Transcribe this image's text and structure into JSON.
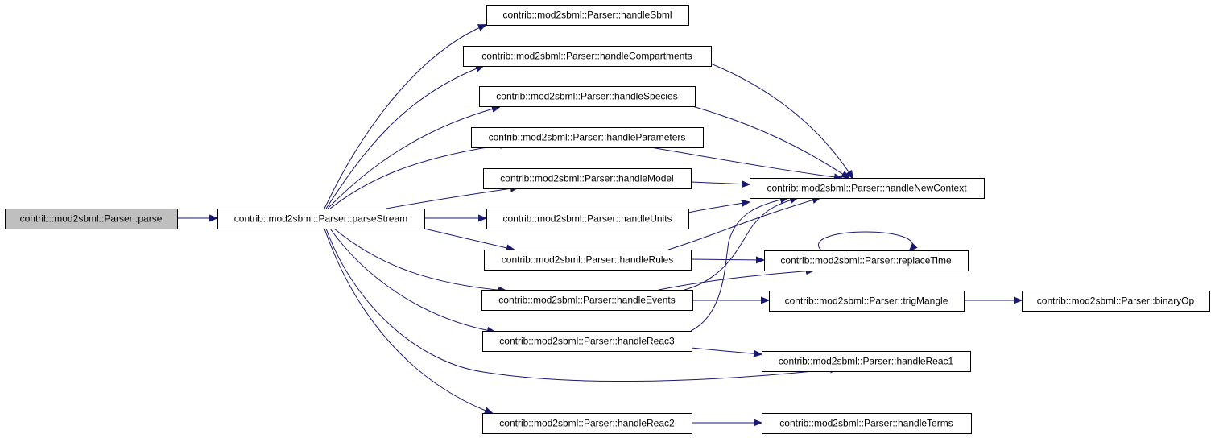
{
  "colors": {
    "edge": "#191970",
    "root_fill": "#bfbfbf",
    "node_fill": "#ffffff",
    "border": "#000000"
  },
  "nodes": [
    {
      "id": "parse",
      "label": "contrib::mod2sbml::Parser::parse",
      "root": true
    },
    {
      "id": "parseStream",
      "label": "contrib::mod2sbml::Parser::parseStream"
    },
    {
      "id": "handleSbml",
      "label": "contrib::mod2sbml::Parser::handleSbml"
    },
    {
      "id": "handleCompartments",
      "label": "contrib::mod2sbml::Parser::handleCompartments"
    },
    {
      "id": "handleSpecies",
      "label": "contrib::mod2sbml::Parser::handleSpecies"
    },
    {
      "id": "handleParameters",
      "label": "contrib::mod2sbml::Parser::handleParameters"
    },
    {
      "id": "handleModel",
      "label": "contrib::mod2sbml::Parser::handleModel"
    },
    {
      "id": "handleUnits",
      "label": "contrib::mod2sbml::Parser::handleUnits"
    },
    {
      "id": "handleRules",
      "label": "contrib::mod2sbml::Parser::handleRules"
    },
    {
      "id": "handleEvents",
      "label": "contrib::mod2sbml::Parser::handleEvents"
    },
    {
      "id": "handleReac3",
      "label": "contrib::mod2sbml::Parser::handleReac3"
    },
    {
      "id": "handleReac2",
      "label": "contrib::mod2sbml::Parser::handleReac2"
    },
    {
      "id": "handleNewContext",
      "label": "contrib::mod2sbml::Parser::handleNewContext"
    },
    {
      "id": "replaceTime",
      "label": "contrib::mod2sbml::Parser::replaceTime"
    },
    {
      "id": "trigMangle",
      "label": "contrib::mod2sbml::Parser::trigMangle"
    },
    {
      "id": "binaryOp",
      "label": "contrib::mod2sbml::Parser::binaryOp"
    },
    {
      "id": "handleReac1",
      "label": "contrib::mod2sbml::Parser::handleReac1"
    },
    {
      "id": "handleTerms",
      "label": "contrib::mod2sbml::Parser::handleTerms"
    }
  ],
  "edges": [
    {
      "from": "parse",
      "to": "parseStream"
    },
    {
      "from": "parseStream",
      "to": "handleSbml"
    },
    {
      "from": "parseStream",
      "to": "handleCompartments"
    },
    {
      "from": "parseStream",
      "to": "handleSpecies"
    },
    {
      "from": "parseStream",
      "to": "handleParameters"
    },
    {
      "from": "parseStream",
      "to": "handleModel"
    },
    {
      "from": "parseStream",
      "to": "handleUnits"
    },
    {
      "from": "parseStream",
      "to": "handleRules"
    },
    {
      "from": "parseStream",
      "to": "handleEvents"
    },
    {
      "from": "parseStream",
      "to": "handleReac3"
    },
    {
      "from": "parseStream",
      "to": "handleReac1"
    },
    {
      "from": "parseStream",
      "to": "handleReac2"
    },
    {
      "from": "handleCompartments",
      "to": "handleNewContext"
    },
    {
      "from": "handleSpecies",
      "to": "handleNewContext"
    },
    {
      "from": "handleParameters",
      "to": "handleNewContext"
    },
    {
      "from": "handleModel",
      "to": "handleNewContext"
    },
    {
      "from": "handleUnits",
      "to": "handleNewContext"
    },
    {
      "from": "handleRules",
      "to": "handleNewContext"
    },
    {
      "from": "handleRules",
      "to": "replaceTime"
    },
    {
      "from": "handleEvents",
      "to": "handleNewContext"
    },
    {
      "from": "handleEvents",
      "to": "replaceTime"
    },
    {
      "from": "handleEvents",
      "to": "trigMangle"
    },
    {
      "from": "handleReac3",
      "to": "handleNewContext"
    },
    {
      "from": "handleReac3",
      "to": "handleReac1"
    },
    {
      "from": "replaceTime",
      "to": "replaceTime"
    },
    {
      "from": "trigMangle",
      "to": "binaryOp"
    },
    {
      "from": "handleReac2",
      "to": "handleTerms"
    }
  ]
}
